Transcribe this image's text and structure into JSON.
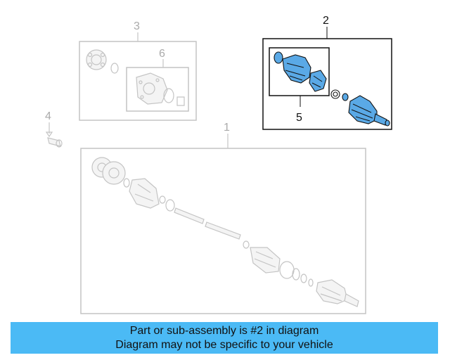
{
  "callouts": {
    "c1": "1",
    "c2": "2",
    "c3": "3",
    "c4": "4",
    "c5": "5",
    "c6": "6"
  },
  "highlight_part": "2",
  "colors": {
    "highlight_part": "#5aa9e6",
    "banner": "#4bbaf5",
    "ghost": "#c4c4c4"
  },
  "footer": {
    "line1": "Part or sub-assembly is #2 in diagram",
    "line2": "Diagram may not be specific to your vehicle"
  }
}
